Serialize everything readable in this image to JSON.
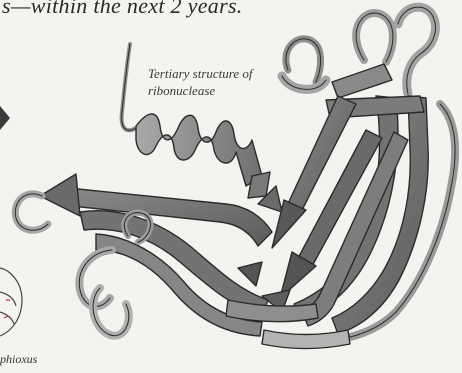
{
  "page": {
    "top_caption": "s—within the next 2 years.",
    "figure_label_line1": "Tertiary structure of",
    "figure_label_line2": "ribonuclease",
    "bottom_caption": "phioxus"
  },
  "colors": {
    "paper": "#f4f3ef",
    "ribbon_dark": "#6e6e6e",
    "ribbon_light": "#b9b9b9",
    "outline": "#2b2b2b"
  },
  "icons": [
    "arrow-left-edge-icon",
    "ribbon-protein-icon",
    "amphioxus-sketch-icon"
  ]
}
